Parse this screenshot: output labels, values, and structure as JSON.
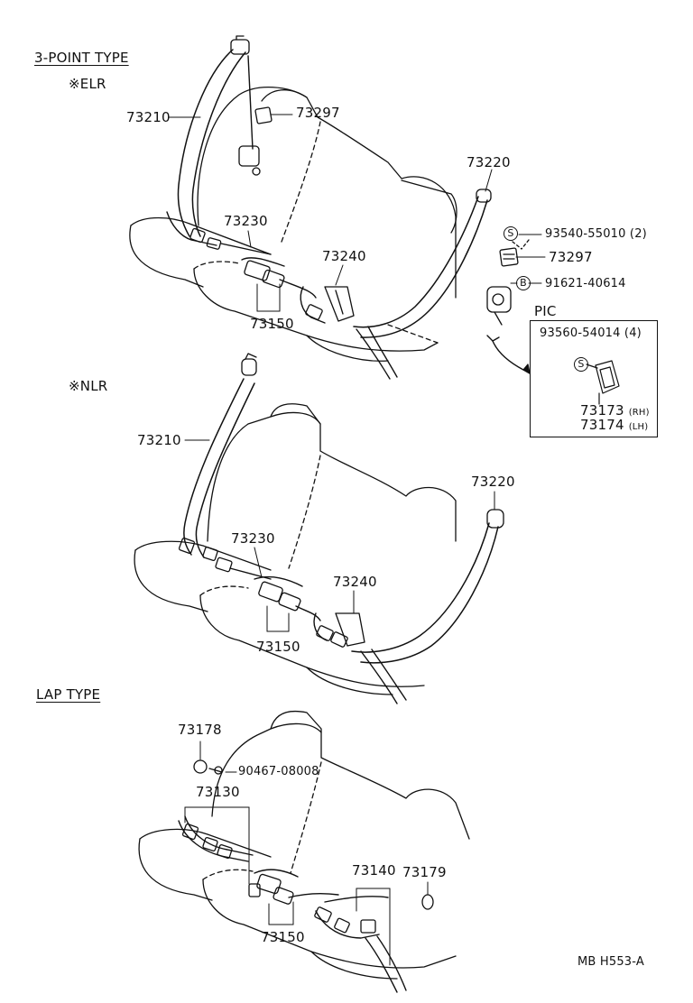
{
  "sections": {
    "three_point": "3-POINT  TYPE",
    "elr": "※ELR",
    "nlr": "※NLR",
    "lap": "LAP  TYPE"
  },
  "parts": {
    "p73210_a": "73210",
    "p73297_a": "73297",
    "p73220_a": "73220",
    "p73230_a": "73230",
    "p73240_a": "73240",
    "p73150_a": "73150",
    "bolt_s_letter": "S",
    "bolt_s_part": "93540-55010 (2)",
    "p73297_b": "73297",
    "bolt_b_letter": "B",
    "bolt_b_part": "91621-40614",
    "p73210_b": "73210",
    "p73220_b": "73220",
    "p73230_b": "73230",
    "p73240_b": "73240",
    "p73150_b": "73150",
    "p73178": "73178",
    "p90467": "90467-08008",
    "p73130": "73130",
    "p73140": "73140",
    "p73179": "73179",
    "p73150_c": "73150"
  },
  "pic": {
    "title": "PIC",
    "screw_part": "93560-54014 (4)",
    "screw_letter": "S",
    "rh_part": "73173",
    "rh_suffix": "(RH)",
    "lh_part": "73174",
    "lh_suffix": "(LH)"
  },
  "footer": "MB  H553-A"
}
